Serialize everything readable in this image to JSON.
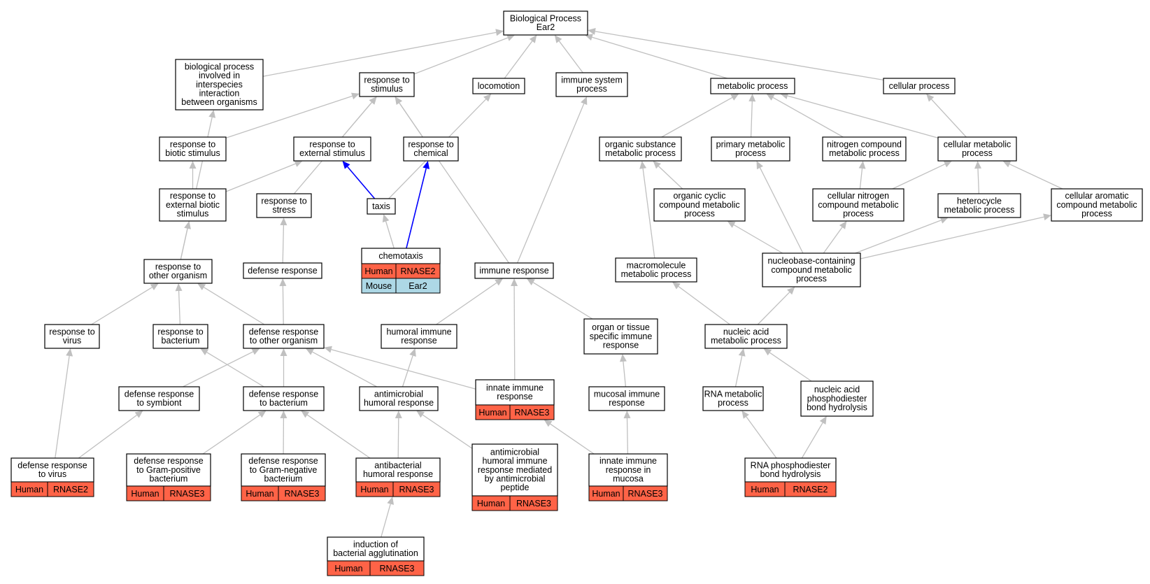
{
  "graph": {
    "nodes": [
      {
        "id": "bp",
        "label": [
          "Biological Process",
          "Ear2"
        ]
      },
      {
        "id": "interspecies",
        "label": [
          "biological process",
          "involved in",
          "interspecies",
          "interaction",
          "between organisms"
        ]
      },
      {
        "id": "resp_stim",
        "label": [
          "response to",
          "stimulus"
        ]
      },
      {
        "id": "locomotion",
        "label": [
          "locomotion"
        ]
      },
      {
        "id": "immune_sys",
        "label": [
          "immune system",
          "process"
        ]
      },
      {
        "id": "metabolic",
        "label": [
          "metabolic process"
        ]
      },
      {
        "id": "cellular",
        "label": [
          "cellular process"
        ]
      },
      {
        "id": "resp_biotic",
        "label": [
          "response to",
          "biotic stimulus"
        ]
      },
      {
        "id": "resp_ext",
        "label": [
          "response to",
          "external stimulus"
        ]
      },
      {
        "id": "resp_chem",
        "label": [
          "response to",
          "chemical"
        ]
      },
      {
        "id": "org_subst",
        "label": [
          "organic substance",
          "metabolic process"
        ]
      },
      {
        "id": "primary_met",
        "label": [
          "primary metabolic",
          "process"
        ]
      },
      {
        "id": "nitrogen",
        "label": [
          "nitrogen compound",
          "metabolic process"
        ]
      },
      {
        "id": "cell_met",
        "label": [
          "cellular metabolic",
          "process"
        ]
      },
      {
        "id": "resp_ext_biotic",
        "label": [
          "response to",
          "external biotic",
          "stimulus"
        ]
      },
      {
        "id": "resp_stress",
        "label": [
          "response to",
          "stress"
        ]
      },
      {
        "id": "taxis",
        "label": [
          "taxis"
        ]
      },
      {
        "id": "org_cyclic",
        "label": [
          "organic cyclic",
          "compound metabolic",
          "process"
        ]
      },
      {
        "id": "cell_nitrogen",
        "label": [
          "cellular nitrogen",
          "compound metabolic",
          "process"
        ]
      },
      {
        "id": "heterocycle",
        "label": [
          "heterocycle",
          "metabolic process"
        ]
      },
      {
        "id": "cell_aromatic",
        "label": [
          "cellular aromatic",
          "compound metabolic",
          "process"
        ]
      },
      {
        "id": "chemotaxis",
        "label": [
          "chemotaxis"
        ],
        "genes": [
          {
            "species": "Human",
            "gene": "RNASE2"
          },
          {
            "species": "Mouse",
            "gene": "Ear2"
          }
        ]
      },
      {
        "id": "resp_other",
        "label": [
          "response to",
          "other organism"
        ]
      },
      {
        "id": "defense",
        "label": [
          "defense response"
        ]
      },
      {
        "id": "immune_resp",
        "label": [
          "immune response"
        ]
      },
      {
        "id": "macromol",
        "label": [
          "macromolecule",
          "metabolic process"
        ]
      },
      {
        "id": "nucleobase",
        "label": [
          "nucleobase-containing",
          "compound metabolic",
          "process"
        ]
      },
      {
        "id": "resp_virus",
        "label": [
          "response to",
          "virus"
        ]
      },
      {
        "id": "resp_bact",
        "label": [
          "response to",
          "bacterium"
        ]
      },
      {
        "id": "def_other",
        "label": [
          "defense response",
          "to other organism"
        ]
      },
      {
        "id": "humoral",
        "label": [
          "humoral immune",
          "response"
        ]
      },
      {
        "id": "organ_tissue",
        "label": [
          "organ or tissue",
          "specific immune",
          "response"
        ]
      },
      {
        "id": "nucleic_met",
        "label": [
          "nucleic acid",
          "metabolic process"
        ]
      },
      {
        "id": "def_symb",
        "label": [
          "defense response",
          "to symbiont"
        ]
      },
      {
        "id": "def_bact",
        "label": [
          "defense response",
          "to bacterium"
        ]
      },
      {
        "id": "antimic_hum",
        "label": [
          "antimicrobial",
          "humoral response"
        ]
      },
      {
        "id": "innate",
        "label": [
          "innate immune",
          "response"
        ],
        "genes": [
          {
            "species": "Human",
            "gene": "RNASE3"
          }
        ]
      },
      {
        "id": "mucosal",
        "label": [
          "mucosal immune",
          "response"
        ]
      },
      {
        "id": "rna_met",
        "label": [
          "RNA metabolic",
          "process"
        ]
      },
      {
        "id": "phosphodiester",
        "label": [
          "nucleic acid",
          "phosphodiester",
          "bond hydrolysis"
        ]
      },
      {
        "id": "def_virus",
        "label": [
          "defense response",
          "to virus"
        ],
        "genes": [
          {
            "species": "Human",
            "gene": "RNASE2"
          }
        ]
      },
      {
        "id": "def_gpos",
        "label": [
          "defense response",
          "to Gram-positive",
          "bacterium"
        ],
        "genes": [
          {
            "species": "Human",
            "gene": "RNASE3"
          }
        ]
      },
      {
        "id": "def_gneg",
        "label": [
          "defense response",
          "to Gram-negative",
          "bacterium"
        ],
        "genes": [
          {
            "species": "Human",
            "gene": "RNASE3"
          }
        ]
      },
      {
        "id": "antibact_hum",
        "label": [
          "antibacterial",
          "humoral response"
        ],
        "genes": [
          {
            "species": "Human",
            "gene": "RNASE3"
          }
        ]
      },
      {
        "id": "antimic_pep",
        "label": [
          "antimicrobial",
          "humoral immune",
          "response mediated",
          "by antimicrobial",
          "peptide"
        ],
        "genes": [
          {
            "species": "Human",
            "gene": "RNASE3"
          }
        ]
      },
      {
        "id": "innate_mucosa",
        "label": [
          "innate immune",
          "response in",
          "mucosa"
        ],
        "genes": [
          {
            "species": "Human",
            "gene": "RNASE3"
          }
        ]
      },
      {
        "id": "rna_phospho",
        "label": [
          "RNA phosphodiester",
          "bond hydrolysis"
        ],
        "genes": [
          {
            "species": "Human",
            "gene": "RNASE2"
          }
        ]
      },
      {
        "id": "agglutination",
        "label": [
          "induction of",
          "bacterial agglutination"
        ],
        "genes": [
          {
            "species": "Human",
            "gene": "RNASE3"
          }
        ]
      }
    ],
    "edges": [
      [
        "interspecies",
        "bp"
      ],
      [
        "resp_stim",
        "bp"
      ],
      [
        "locomotion",
        "bp"
      ],
      [
        "immune_sys",
        "bp"
      ],
      [
        "metabolic",
        "bp"
      ],
      [
        "cellular",
        "bp"
      ],
      [
        "resp_biotic",
        "resp_stim"
      ],
      [
        "resp_ext",
        "resp_stim"
      ],
      [
        "resp_chem",
        "resp_stim"
      ],
      [
        "resp_stress",
        "resp_stim"
      ],
      [
        "immune_resp",
        "resp_stim"
      ],
      [
        "resp_ext_biotic",
        "resp_biotic"
      ],
      [
        "resp_ext_biotic",
        "resp_ext"
      ],
      [
        "taxis",
        "resp_ext",
        "blue"
      ],
      [
        "chemotaxis",
        "resp_chem",
        "blue"
      ],
      [
        "taxis",
        "locomotion"
      ],
      [
        "chemotaxis",
        "taxis"
      ],
      [
        "immune_resp",
        "immune_sys"
      ],
      [
        "org_subst",
        "metabolic"
      ],
      [
        "primary_met",
        "metabolic"
      ],
      [
        "nitrogen",
        "metabolic"
      ],
      [
        "cell_met",
        "metabolic"
      ],
      [
        "cell_met",
        "cellular"
      ],
      [
        "org_cyclic",
        "org_subst"
      ],
      [
        "cell_nitrogen",
        "nitrogen"
      ],
      [
        "cell_nitrogen",
        "cell_met"
      ],
      [
        "heterocycle",
        "cell_met"
      ],
      [
        "cell_aromatic",
        "cell_met"
      ],
      [
        "macromol",
        "org_subst"
      ],
      [
        "nucleobase",
        "primary_met"
      ],
      [
        "nucleobase",
        "org_cyclic"
      ],
      [
        "nucleobase",
        "cell_nitrogen"
      ],
      [
        "nucleobase",
        "heterocycle"
      ],
      [
        "nucleobase",
        "cell_aromatic"
      ],
      [
        "resp_other",
        "interspecies"
      ],
      [
        "resp_other",
        "resp_ext_biotic"
      ],
      [
        "defense",
        "resp_stress"
      ],
      [
        "resp_virus",
        "resp_other"
      ],
      [
        "resp_bact",
        "resp_other"
      ],
      [
        "def_other",
        "resp_other"
      ],
      [
        "def_other",
        "defense"
      ],
      [
        "humoral",
        "immune_resp"
      ],
      [
        "innate",
        "immune_resp"
      ],
      [
        "organ_tissue",
        "immune_resp"
      ],
      [
        "nucleic_met",
        "macromol"
      ],
      [
        "nucleic_met",
        "nucleobase"
      ],
      [
        "def_symb",
        "def_other"
      ],
      [
        "def_bact",
        "def_other"
      ],
      [
        "def_bact",
        "resp_bact"
      ],
      [
        "antimic_hum",
        "def_other"
      ],
      [
        "antimic_hum",
        "humoral"
      ],
      [
        "innate",
        "def_other"
      ],
      [
        "mucosal",
        "organ_tissue"
      ],
      [
        "rna_met",
        "nucleic_met"
      ],
      [
        "phosphodiester",
        "nucleic_met"
      ],
      [
        "def_virus",
        "resp_virus"
      ],
      [
        "def_virus",
        "def_symb"
      ],
      [
        "def_gpos",
        "def_bact"
      ],
      [
        "def_gneg",
        "def_bact"
      ],
      [
        "antibact_hum",
        "def_bact"
      ],
      [
        "antibact_hum",
        "antimic_hum"
      ],
      [
        "antimic_pep",
        "antimic_hum"
      ],
      [
        "innate_mucosa",
        "innate"
      ],
      [
        "innate_mucosa",
        "mucosal"
      ],
      [
        "rna_phospho",
        "rna_met"
      ],
      [
        "rna_phospho",
        "phosphodiester"
      ],
      [
        "agglutination",
        "antibact_hum"
      ]
    ]
  },
  "colors": {
    "human_cell": "#ff6347",
    "mouse_cell": "#add8e6",
    "edge_default": "#c0c0c0",
    "edge_highlight": "#0000ff"
  }
}
